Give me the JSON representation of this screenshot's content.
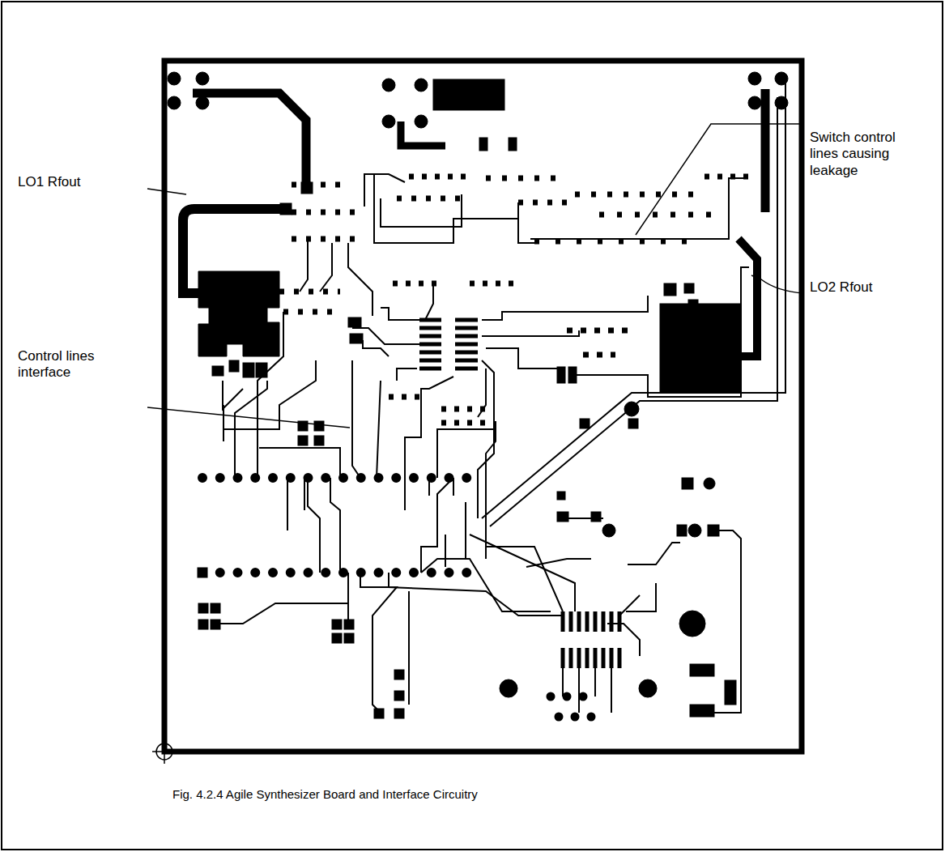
{
  "diagram": {
    "caption": "Fig. 4.2.4 Agile Synthesizer Board and Interface Circuitry",
    "labels": [
      "LO1 Rfout",
      "Switch control lines causing leakage",
      "LO2 Rfout",
      "Control lines interface"
    ]
  }
}
